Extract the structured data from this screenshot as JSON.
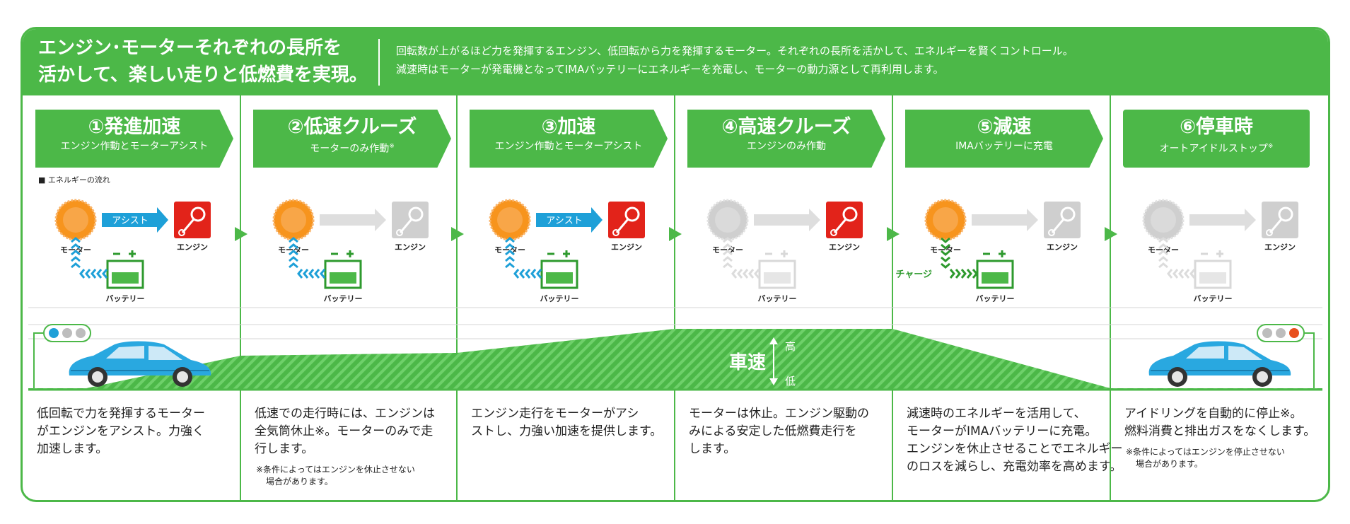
{
  "header": {
    "headline_line1": "エンジン･モーターそれぞれの長所を",
    "headline_line2": "活かして、楽しい走りと低燃費を実現。",
    "lead_line1": "回転数が上がるほど力を発揮するエンジン、低回転から力を発揮するモーター。それぞれの長所を活かして、エネルギーを賢くコントロール。",
    "lead_line2": "減速時はモーターが発電機となってIMAバッテリーにエネルギーを充電し、モーターの動力源として再利用します。"
  },
  "legend_note": "■ エネルギーの流れ",
  "labels": {
    "motor": "モーター",
    "engine": "エンジン",
    "battery": "バッテリー",
    "assist": "アシスト",
    "charge": "チャージ"
  },
  "speed": {
    "label": "車速",
    "high": "高",
    "low": "低"
  },
  "colors": {
    "green": "#4cb848",
    "orange": "#f7941d",
    "red": "#e2231a",
    "blue": "#1ea0d8",
    "car": "#29a8e0",
    "gray": "#cfcfcf"
  },
  "steps": [
    {
      "title": "①発進加速",
      "sub": "エンジン作動とモーターアシスト",
      "sub_mark": "",
      "motor": "on",
      "engine": "on",
      "flow": "assist",
      "battery": "on",
      "desc": [
        "低回転で力を発揮するモーター",
        "がエンジンをアシスト。力強く",
        "加速します。"
      ],
      "note": []
    },
    {
      "title": "②低速クルーズ",
      "sub": "モーターのみ作動",
      "sub_mark": "※",
      "motor": "on",
      "engine": "off",
      "flow": "none",
      "battery": "on",
      "desc": [
        "低速での走行時には、エンジンは",
        "全気筒休止※。モーターのみで走",
        "行します。"
      ],
      "note": [
        "※条件によってはエンジンを休止させない",
        "場合があります。"
      ]
    },
    {
      "title": "③加速",
      "sub": "エンジン作動とモーターアシスト",
      "sub_mark": "",
      "motor": "on",
      "engine": "on",
      "flow": "assist",
      "battery": "on",
      "desc": [
        "エンジン走行をモーターがアシ",
        "ストし、力強い加速を提供します。"
      ],
      "note": []
    },
    {
      "title": "④高速クルーズ",
      "sub": "エンジンのみ作動",
      "sub_mark": "",
      "motor": "off",
      "engine": "on",
      "flow": "none",
      "battery": "off",
      "desc": [
        "モーターは休止。エンジン駆動の",
        "みによる安定した低燃費走行を",
        "します。"
      ],
      "note": []
    },
    {
      "title": "⑤減速",
      "sub": "IMAバッテリーに充電",
      "sub_mark": "",
      "motor": "on",
      "engine": "off",
      "flow": "charge",
      "battery": "on",
      "desc": [
        "減速時のエネルギーを活用して、",
        "モーターがIMAバッテリーに充電。",
        "エンジンを休止させることでエネルギー",
        "のロスを減らし、充電効率を高めます。"
      ],
      "note": []
    },
    {
      "title": "⑥停車時",
      "sub": "オートアイドルストップ",
      "sub_mark": "※",
      "motor": "off",
      "engine": "off",
      "flow": "none",
      "battery": "off",
      "desc": [
        "アイドリングを自動的に停止※。",
        "燃料消費と排出ガスをなくします。"
      ],
      "note": [
        "※条件によってはエンジンを停止させない",
        "場合があります。"
      ]
    }
  ]
}
